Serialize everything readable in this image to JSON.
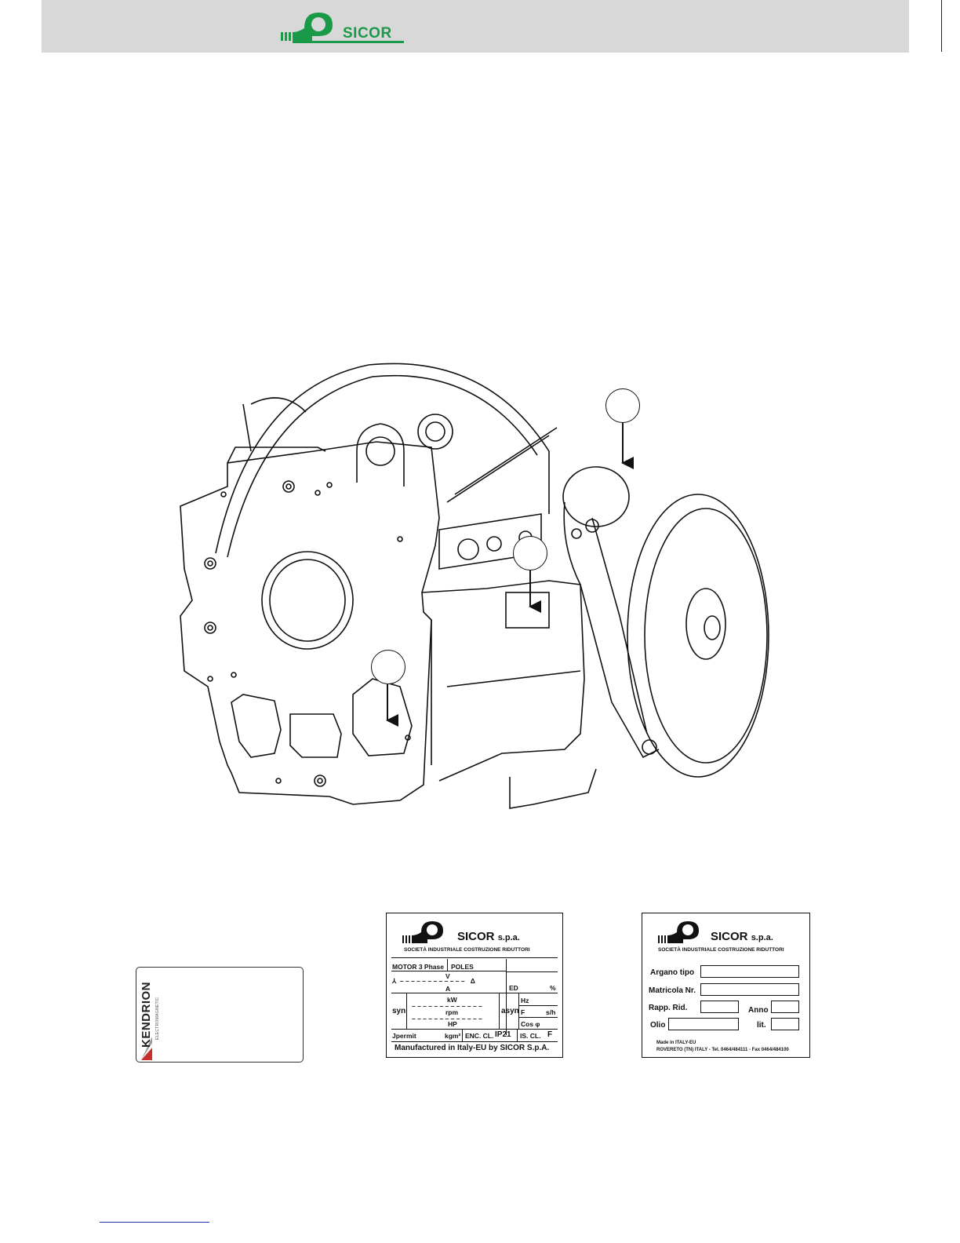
{
  "header": {
    "brand": "SICOR"
  },
  "drawing": {
    "subject": "machine-drawing",
    "callouts": [
      "callout-1",
      "callout-2",
      "callout-3"
    ]
  },
  "kendrion_plate": {
    "brand": "KENDRION",
    "sub": "ELECTROMAGNETIC"
  },
  "motor_plate": {
    "brand": "SICOR",
    "brand_suffix": "s.p.a.",
    "company": "SOCIETÀ INDUSTRIALE COSTRUZIONE RIDUTTORI",
    "motor": "MOTOR  3  Phase",
    "poles": "POLES",
    "v": "V",
    "a": "A",
    "ed": "ED",
    "pct": "%",
    "syn": "syn",
    "kw": "kW",
    "rpm": "rpm",
    "hp": "HP",
    "asyn": "asyn",
    "hz": "Hz",
    "f": "F",
    "sh": "s/h",
    "cos": "Cos φ",
    "jpermit": "Jpermit",
    "kgm": "kgm²",
    "enc": "ENC. CL.",
    "ip": "IP21",
    "iscl": "IS. CL.",
    "iscl_val": "F",
    "footer": "Manufactured in Italy-EU by SICOR S.p.A."
  },
  "argano_plate": {
    "brand": "SICOR",
    "brand_suffix": "s.p.a.",
    "company": "SOCIETÀ INDUSTRIALE COSTRUZIONE RIDUTTORI",
    "argano": "Argano tipo",
    "matricola": "Matricola Nr.",
    "rapp": "Rapp. Rid.",
    "anno": "Anno",
    "olio": "Olio",
    "lit": "lit.",
    "made": "Made in ITALY-EU",
    "address": "ROVERETO (TN) ITALY - Tel. 0464/484111 - Fax 0464/484100"
  }
}
